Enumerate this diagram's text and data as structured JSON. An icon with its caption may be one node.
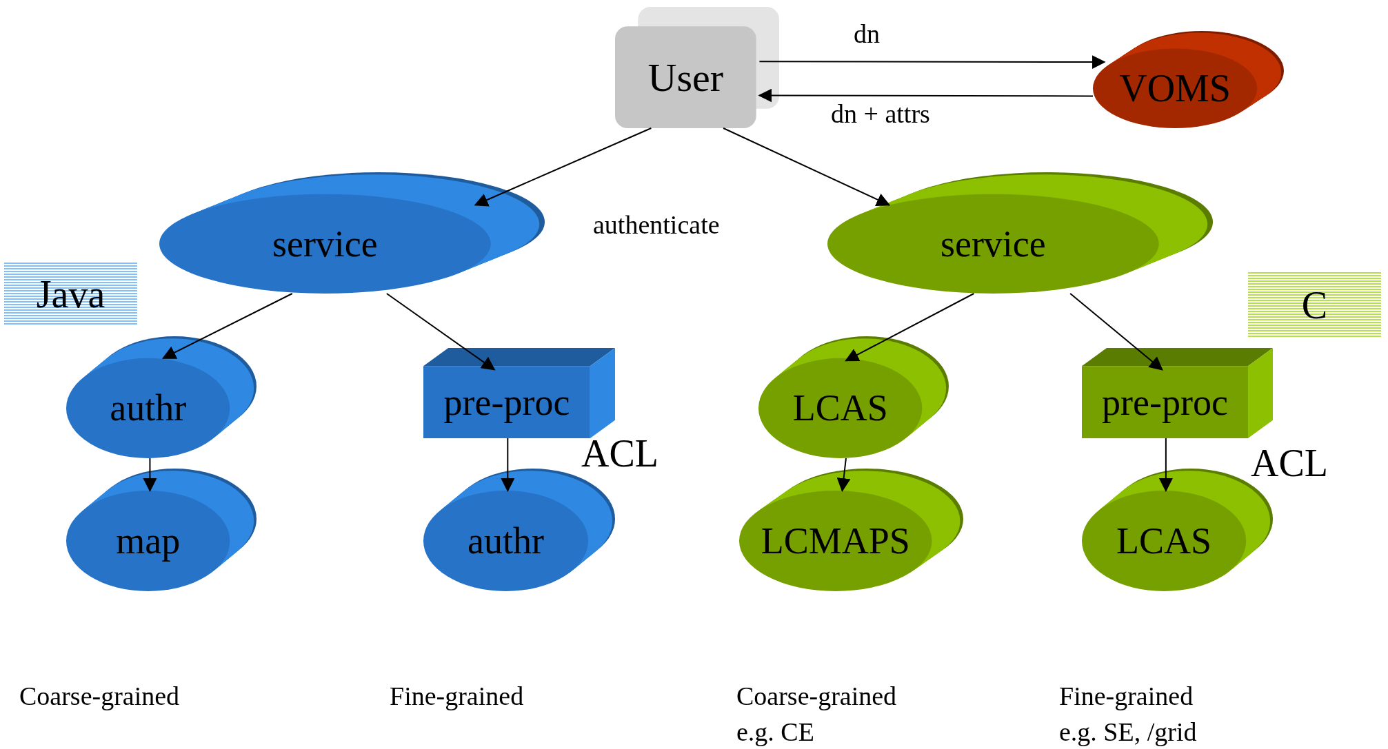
{
  "diagram": {
    "nodes": [
      {
        "text": [
          "User"
        ]
      },
      {
        "text": [
          "VOMS"
        ]
      },
      {
        "text": [
          "service"
        ]
      },
      {
        "text": [
          "service"
        ]
      },
      {
        "text": [
          "Java"
        ]
      },
      {
        "text": [
          "C"
        ]
      },
      {
        "text": [
          "authr"
        ]
      },
      {
        "text": [
          "pre-proc"
        ]
      },
      {
        "text": [
          "LCAS"
        ]
      },
      {
        "text": [
          "pre-proc"
        ]
      },
      {
        "text": [
          "map"
        ]
      },
      {
        "text": [
          "authr"
        ]
      },
      {
        "text": [
          "LCMAPS"
        ]
      },
      {
        "text": [
          "LCAS"
        ]
      }
    ],
    "edges": [
      {
        "from": 0,
        "to": 1,
        "arrow": "to",
        "label": "dn"
      },
      {
        "from": 1,
        "to": 0,
        "arrow": "to",
        "label": "dn + attrs"
      },
      {
        "from": 0,
        "to": 2,
        "arrow": "to"
      },
      {
        "from": 0,
        "to": 3,
        "arrow": "to"
      },
      {
        "from": 2,
        "to": 6,
        "arrow": "to"
      },
      {
        "from": 2,
        "to": 7,
        "arrow": "to"
      },
      {
        "from": 3,
        "to": 8,
        "arrow": "to"
      },
      {
        "from": 3,
        "to": 9,
        "arrow": "to"
      },
      {
        "from": 6,
        "to": 10,
        "arrow": "to"
      },
      {
        "from": 7,
        "to": 11,
        "arrow": "to"
      },
      {
        "from": 8,
        "to": 12,
        "arrow": "to"
      },
      {
        "from": 9,
        "to": 13,
        "arrow": "to"
      }
    ],
    "labels": [
      "authenticate",
      "ACL",
      "ACL",
      "Coarse-grained",
      "Fine-grained",
      "Coarse-grained",
      "Fine-grained",
      "e.g. CE",
      "e.g. SE, /grid"
    ]
  }
}
